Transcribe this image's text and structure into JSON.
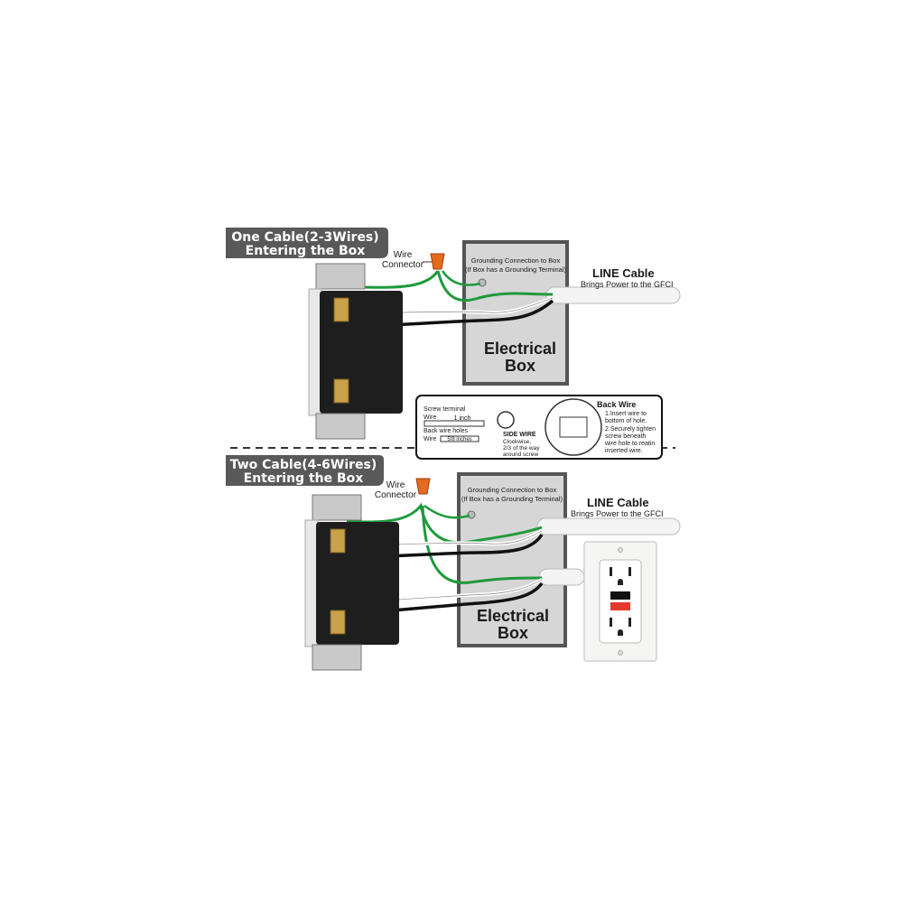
{
  "section_one": {
    "header_line1": "One Cable(2-3Wires)",
    "header_line2": "Entering the Box",
    "wire_connector_line1": "Wire",
    "wire_connector_line2": "Connector",
    "grounding_line1": "Grounding Connection to Box",
    "grounding_line2": "(If Box has a Grounding Terminal)",
    "line_cable_title": "LINE Cable",
    "line_cable_sub": "Brings Power to the GFCI",
    "box_line1": "Electrical",
    "box_line2": "Box"
  },
  "section_two": {
    "header_line1": "Two Cable(4-6Wires)",
    "header_line2": "Entering the Box",
    "wire_connector_line1": "Wire",
    "wire_connector_line2": "Connector",
    "grounding_line1": "Grounding Connection to Box",
    "grounding_line2": "(If Box has a Grounding Terminal)",
    "line_cable_title": "LINE Cable",
    "line_cable_sub": "Brings Power to the GFCI",
    "box_line1": "Electrical",
    "box_line2": "Box"
  },
  "instructions": {
    "screw_terminal_line1": "Screw terminal",
    "screw_terminal_line2": "Wire",
    "one_inch": "1 inch",
    "back_wire_holes_line1": "Back wire holes",
    "back_wire_holes_line2": "Wire",
    "five_eighths": "5/8 inches",
    "side_wire_title": "SIDE WIRE",
    "side_wire_line1": "Clockwise,",
    "side_wire_line2": "2/3 of the way",
    "side_wire_line3": "around screw",
    "back_wire_title": "Back Wire",
    "back_wire_step1a": "1.Insert wire to",
    "back_wire_step1b": "bottom of hole.",
    "back_wire_step2a": "2.Securely tighten",
    "back_wire_step2b": "screw beneath",
    "back_wire_step2c": "wire hole to reatin",
    "back_wire_step2d": "inserted wire."
  },
  "colors": {
    "header_bg": "#595959",
    "box_fill": "#d6d6d6",
    "box_border": "#555555",
    "ground_wire": "#1f9a3c",
    "hot_wire": "#111111",
    "neutral_wire": "#ffffff",
    "connector": "#e46a1e",
    "gfci_test": "#111111",
    "gfci_reset": "#e53b2c"
  }
}
